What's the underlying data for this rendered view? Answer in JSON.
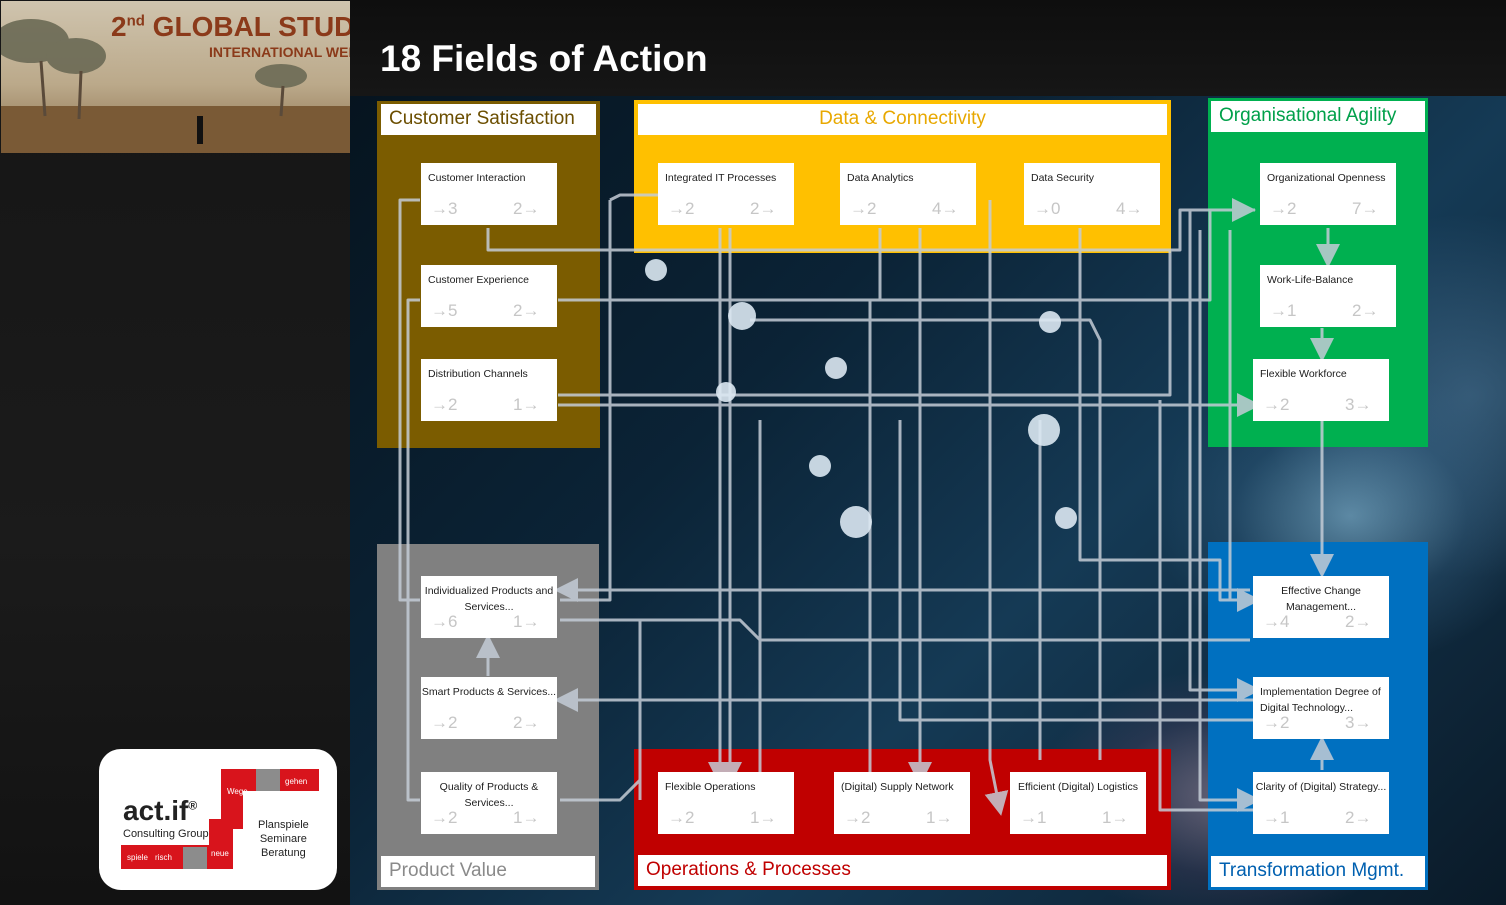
{
  "banner": {
    "line1": "2",
    "line1_sup": "nd",
    "line1_rest": " GLOBAL STUDIES",
    "line2": "INTERNATIONAL WEEK"
  },
  "title": "18 Fields of Action",
  "logo": {
    "brand": "act.if",
    "registered": "®",
    "subtitle": "Consulting Group",
    "lines": [
      "Planspiele",
      "Seminare",
      "Beratung"
    ],
    "words": [
      "Wege",
      "gehen",
      "spiele",
      "risch",
      "neue"
    ]
  },
  "colors": {
    "customer": "#7b5c00",
    "data": "#ffc000",
    "agility": "#00b050",
    "product": "#808080",
    "operations": "#c00000",
    "transformation": "#0070c0",
    "wire": "#c4ccd6"
  },
  "groups": {
    "customer": {
      "label": "Customer Satisfaction"
    },
    "data": {
      "label": "Data & Connectivity"
    },
    "agility": {
      "label": "Organisational Agility"
    },
    "product": {
      "label": "Product Value"
    },
    "operations": {
      "label": "Operations & Processes"
    },
    "transformation": {
      "label": "Transformation Mgmt."
    }
  },
  "fields": {
    "customer_interaction": {
      "name": "Customer Interaction",
      "in": "→3",
      "out": "2→"
    },
    "customer_experience": {
      "name": "Customer Experience",
      "in": "→5",
      "out": "2→"
    },
    "distribution_channels": {
      "name": "Distribution Channels",
      "in": "→2",
      "out": "1→"
    },
    "integrated_it": {
      "name": "Integrated IT Processes",
      "in": "→2",
      "out": "2→"
    },
    "data_analytics": {
      "name": "Data Analytics",
      "in": "→2",
      "out": "4→"
    },
    "data_security": {
      "name": "Data Security",
      "in": "→0",
      "out": "4→"
    },
    "org_openness": {
      "name": "Organizational Openness",
      "in": "→2",
      "out": "7→"
    },
    "work_life": {
      "name": "Work-Life-Balance",
      "in": "→1",
      "out": "2→"
    },
    "flexible_workforce": {
      "name": "Flexible Workforce",
      "in": "→2",
      "out": "3→"
    },
    "individualized": {
      "name": "Individualized Products and Services...",
      "in": "→6",
      "out": "1→"
    },
    "smart": {
      "name": "Smart Products & Services...",
      "in": "→2",
      "out": "2→"
    },
    "quality": {
      "name": "Quality of Products & Services...",
      "in": "→2",
      "out": "1→"
    },
    "flexible_operations": {
      "name": "Flexible Operations",
      "in": "→2",
      "out": "1→"
    },
    "supply_network": {
      "name": "(Digital) Supply Network",
      "in": "→2",
      "out": "1→"
    },
    "logistics": {
      "name": "Efficient (Digital) Logistics",
      "in": "→1",
      "out": "1→"
    },
    "change_mgmt": {
      "name": "Effective Change Management...",
      "in": "→4",
      "out": "2→"
    },
    "impl_degree": {
      "name": "Implementation Degree of Digital Technology...",
      "in": "→2",
      "out": "3→"
    },
    "clarity": {
      "name": "Clarity of (Digital) Strategy...",
      "in": "→1",
      "out": "2→"
    }
  }
}
